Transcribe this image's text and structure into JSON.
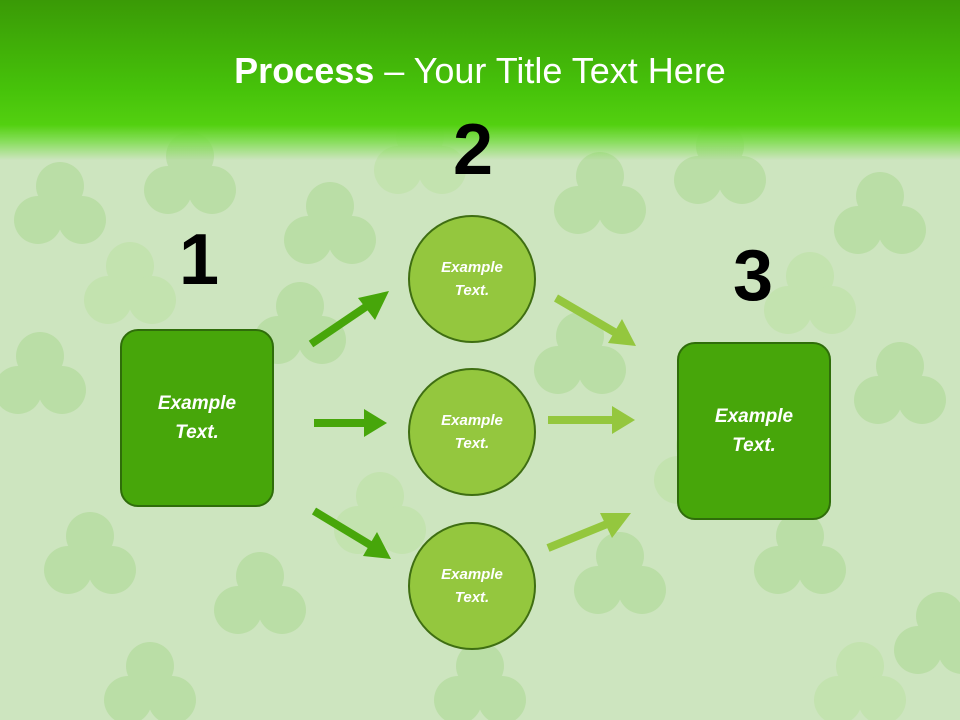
{
  "title": {
    "bold": "Process",
    "rest": " – Your Title Text Here"
  },
  "steps": {
    "one": "1",
    "two": "2",
    "three": "3"
  },
  "left_box": {
    "label": "Example Text."
  },
  "right_box": {
    "label": "Example Text."
  },
  "circles": [
    {
      "label": "Example Text."
    },
    {
      "label": "Example Text."
    },
    {
      "label": "Example Text."
    }
  ],
  "colors": {
    "header_green": "#46c20a",
    "box_green": "#47a60a",
    "circle_green": "#94c73e",
    "arrow_dark": "#47a60a",
    "arrow_light": "#94c73e"
  }
}
